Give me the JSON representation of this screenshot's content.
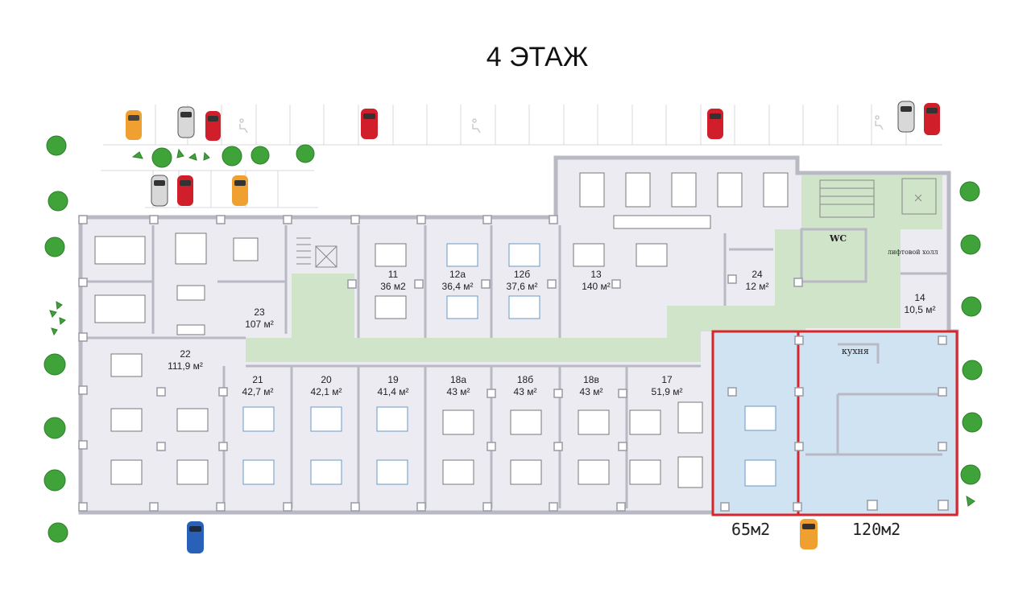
{
  "title": "4 ЭТАЖ",
  "rooms": [
    {
      "id": "11",
      "area": "36 м2"
    },
    {
      "id": "12а",
      "area": "36,4 м²"
    },
    {
      "id": "12б",
      "area": "37,6 м²"
    },
    {
      "id": "13",
      "area": "140 м²"
    },
    {
      "id": "24",
      "area": "12 м²"
    },
    {
      "id": "14",
      "area": "10,5 м²"
    },
    {
      "id": "23",
      "area": "107 м²"
    },
    {
      "id": "22",
      "area": "111,9 м²"
    },
    {
      "id": "21",
      "area": "42,7 м²"
    },
    {
      "id": "20",
      "area": "42,1 м²"
    },
    {
      "id": "19",
      "area": "41,4 м²"
    },
    {
      "id": "18а",
      "area": "43 м²"
    },
    {
      "id": "18б",
      "area": "43 м²"
    },
    {
      "id": "18в",
      "area": "43 м²"
    },
    {
      "id": "17",
      "area": "51,9 м²"
    }
  ],
  "labels": {
    "wc": "WC",
    "elevator_hall": "лифтовой холл",
    "kitchen": "кухня",
    "office_a_area": "65м2",
    "office_b_area": "120м2"
  },
  "colors": {
    "wall": "#b9b9c4",
    "room_fill": "#ecebf2",
    "corridor_fill": "#cfe4c8",
    "highlight_fill": "#cfe3f3",
    "highlight_stroke": "#d6262b",
    "tree": "#3fa33a"
  }
}
